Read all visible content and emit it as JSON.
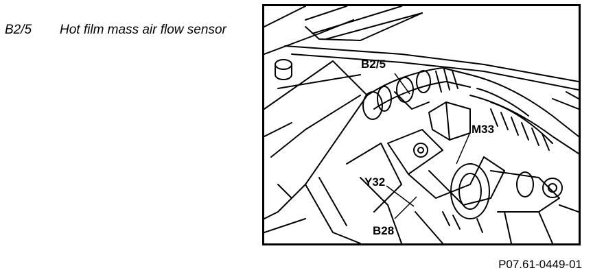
{
  "legend": {
    "code": "B2/5",
    "description": "Hot film mass air flow sensor"
  },
  "callouts": {
    "b25": "B2/5",
    "m33": "M33",
    "y32": "Y32",
    "b28": "B28"
  },
  "figure_ref": "P07.61-0449-01"
}
